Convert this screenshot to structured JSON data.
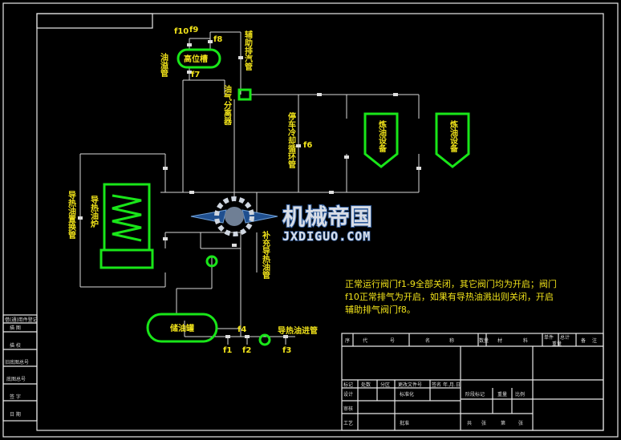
{
  "labels": {
    "high_tank": "高位槽",
    "overflow_pipe": "油溢管",
    "aux_vent_pipe": "辅助排汽管",
    "oil_gas_separator": "油气分离器",
    "stop_cool_circ_pipe": "停车冷却循环管",
    "refine_equip_1": "炼油设备",
    "refine_equip_2": "炼油设备",
    "heating_furnace": "导热油炉",
    "oil_exchange_pipe": "导热油置换管",
    "makeup_pipe": "补充导热油管",
    "storage_tank": "储油罐",
    "inlet_pipe": "导热油进管"
  },
  "valves": {
    "f10": "f10",
    "f9": "f9",
    "f8": "f8",
    "f7": "f7",
    "f6": "f6",
    "f4": "f4",
    "f1": "f1",
    "f2": "f2",
    "f3": "f3"
  },
  "note": {
    "line1": "正常运行阀门f1-9全部关闭，其它阀门均为开启；阀门",
    "line2": "f10正常排气为开启，如果有导热油溅出则关闭，开启",
    "line3": "辅助排气阀门f8。"
  },
  "watermark": {
    "cn": "机械帝国",
    "en": "JXDIGUO.COM"
  },
  "left_strip": [
    "借(通)用件登记",
    "描 图",
    "描 校",
    "旧底图总号",
    "底图总号",
    "签 字",
    "日 期"
  ],
  "title_block": {
    "header": [
      "序",
      "代",
      "号",
      "名",
      "称",
      "数量",
      "材",
      "料",
      "单件",
      "总计",
      "重量",
      "备",
      "注"
    ],
    "row_a": [
      "标记",
      "处数",
      "分区",
      "更改文件号",
      "签名",
      "年.月.日"
    ],
    "row_b": [
      "设计",
      "标准化",
      "阶段标记",
      "重量",
      "比例"
    ],
    "row_c": [
      "审核",
      "工艺",
      "批准"
    ],
    "row_d": [
      "共",
      "张",
      "第",
      "张"
    ]
  }
}
